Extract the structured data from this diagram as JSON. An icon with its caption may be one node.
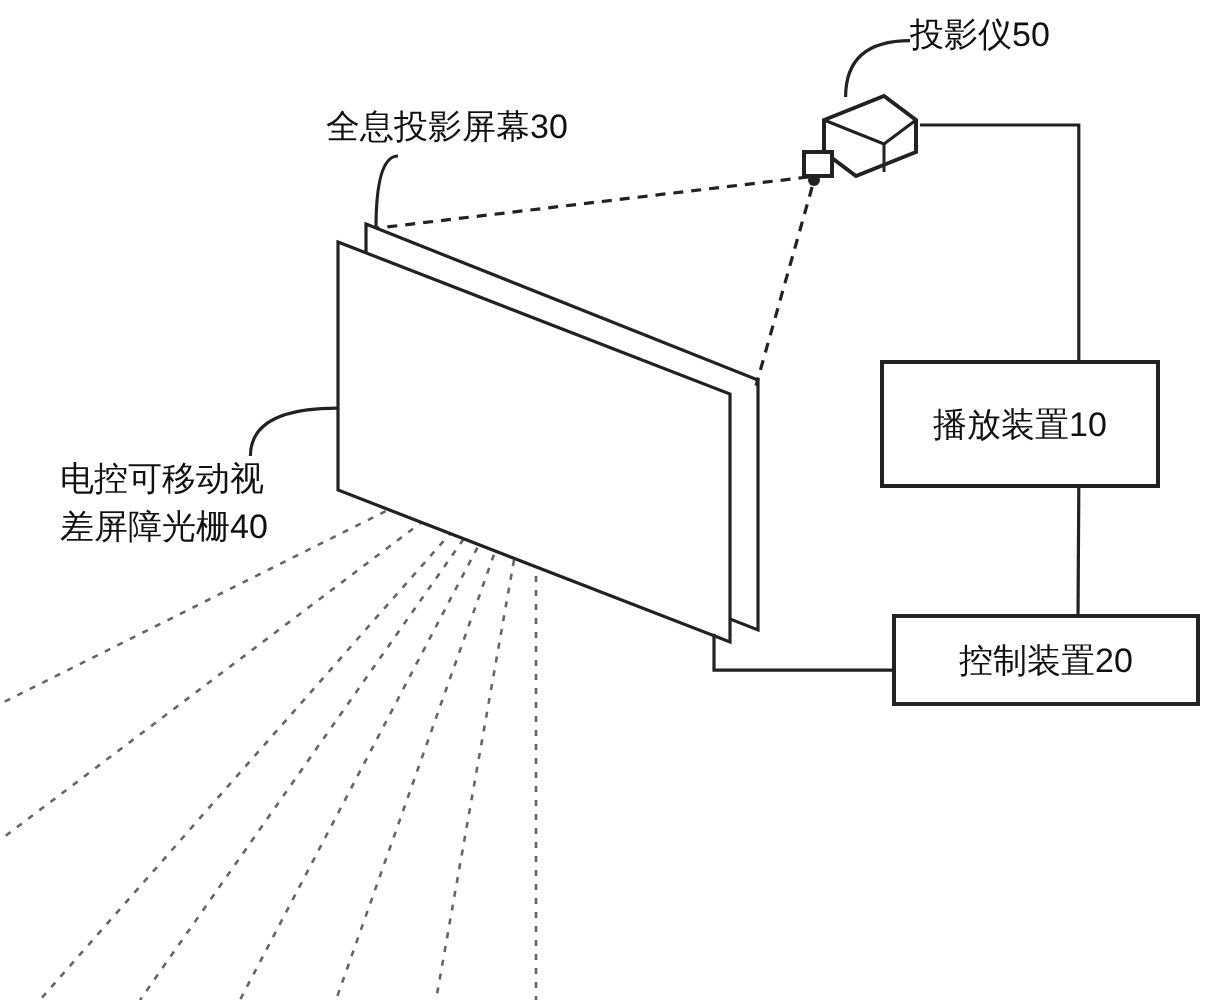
{
  "diagram": {
    "nodes": [
      {
        "text": [
          "全息投影屏幕30"
        ]
      },
      {
        "text": [
          "投影仪50"
        ]
      },
      {
        "text": [],
        "shape": "picture"
      },
      {
        "text": [],
        "shape": "picture"
      },
      {
        "text": [],
        "shape": "picture"
      },
      {
        "text": [
          "电控可移动视差屏障光栅40"
        ]
      },
      {
        "text": [
          "播放装置10"
        ]
      },
      {
        "text": [
          "控制装置20"
        ]
      }
    ],
    "edges": [
      {
        "from": 0,
        "to": 3,
        "arrow": "none"
      },
      {
        "from": 1,
        "to": 2,
        "arrow": "none"
      },
      {
        "from": 5,
        "to": 4,
        "arrow": "none"
      },
      {
        "from": 2,
        "to": 6,
        "arrow": "none"
      },
      {
        "from": 6,
        "to": 7,
        "arrow": "none"
      },
      {
        "from": 7,
        "to": 4,
        "arrow": "none"
      },
      {
        "from": 2,
        "to": 3,
        "arrow": "none",
        "style": "dashed"
      },
      {
        "from": 2,
        "to": 3,
        "arrow": "none",
        "style": "dashed"
      }
    ]
  }
}
